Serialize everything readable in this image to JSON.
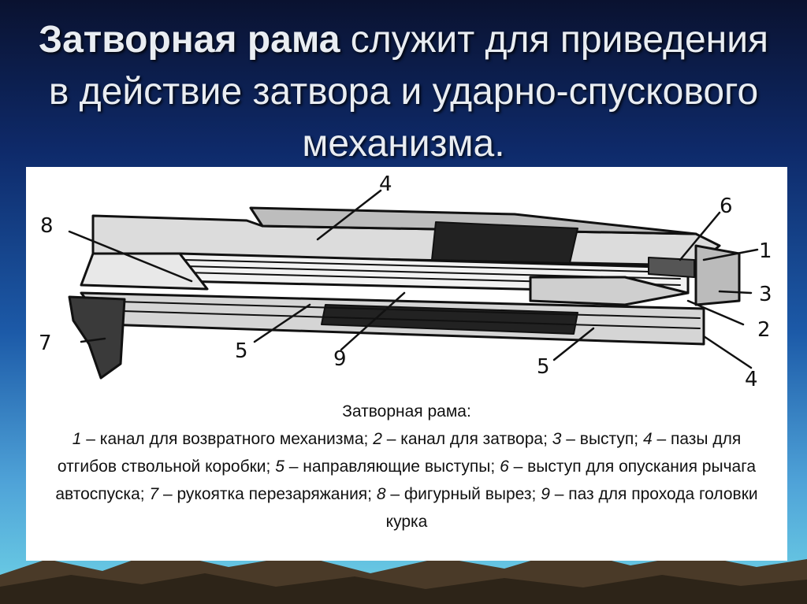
{
  "title": {
    "bold": "Затворная рама",
    "rest": " служит для приведения в действие затвора и ударно-спускового механизма."
  },
  "caption": {
    "heading": "Затворная рама:",
    "items": [
      {
        "num": "1",
        "text": " – канал для возвратного механизма; "
      },
      {
        "num": "2",
        "text": " – канал для затвора; "
      },
      {
        "num": "3",
        "text": " – выступ; "
      },
      {
        "num": "4",
        "text": " – пазы для отгибов ствольной коробки; "
      },
      {
        "num": "5",
        "text": " – направляющие выступы; "
      },
      {
        "num": "6",
        "text": " – выступ для опускания рычага автоспуска; "
      },
      {
        "num": "7",
        "text": " – рукоятка перезаряжания; "
      },
      {
        "num": "8",
        "text": " – фигурный вырез; "
      },
      {
        "num": "9",
        "text": " – паз для прохода головки курка"
      }
    ]
  },
  "labels": {
    "l1": "1",
    "l2": "2",
    "l3": "3",
    "l4a": "4",
    "l4b": "4",
    "l5a": "5",
    "l5b": "5",
    "l6": "6",
    "l7": "7",
    "l8": "8",
    "l9": "9"
  },
  "colors": {
    "title": "#e9edf2",
    "ink": "#111111",
    "panel": "#ffffff"
  }
}
